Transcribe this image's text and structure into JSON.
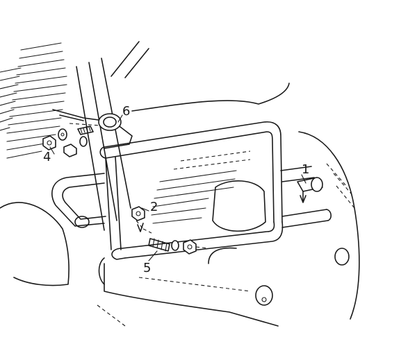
{
  "callouts": {
    "part_1": "1",
    "part_2": "2",
    "part_4": "4",
    "part_5": "5",
    "part_6": "6"
  },
  "colors": {
    "ink": "#1a1a1a",
    "paper": "#ffffff"
  }
}
